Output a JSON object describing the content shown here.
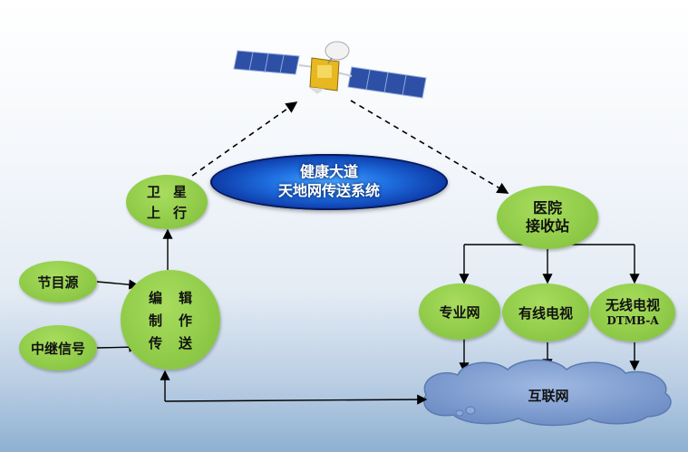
{
  "banner": {
    "line1": "健康大道",
    "line2": "天地网传送系统"
  },
  "nodes": {
    "uplink": [
      "卫",
      "星",
      "上",
      "行"
    ],
    "program_source": "节目源",
    "relay_signal": "中继信号",
    "editing": [
      "编",
      "辑",
      "制",
      "作",
      "传",
      "送"
    ],
    "hospital_station": {
      "line1": "医院",
      "line2": "接收站"
    },
    "private_network": "专业网",
    "cable_tv": "有线电视",
    "wireless_tv": {
      "line1": "无线电视",
      "line2": "DTMB-A"
    },
    "internet": "互联网"
  },
  "colors": {
    "node_fill": "#8fcb48",
    "banner_fill": "#1f6fe0",
    "cloud_fill": "#7f9fd0"
  }
}
